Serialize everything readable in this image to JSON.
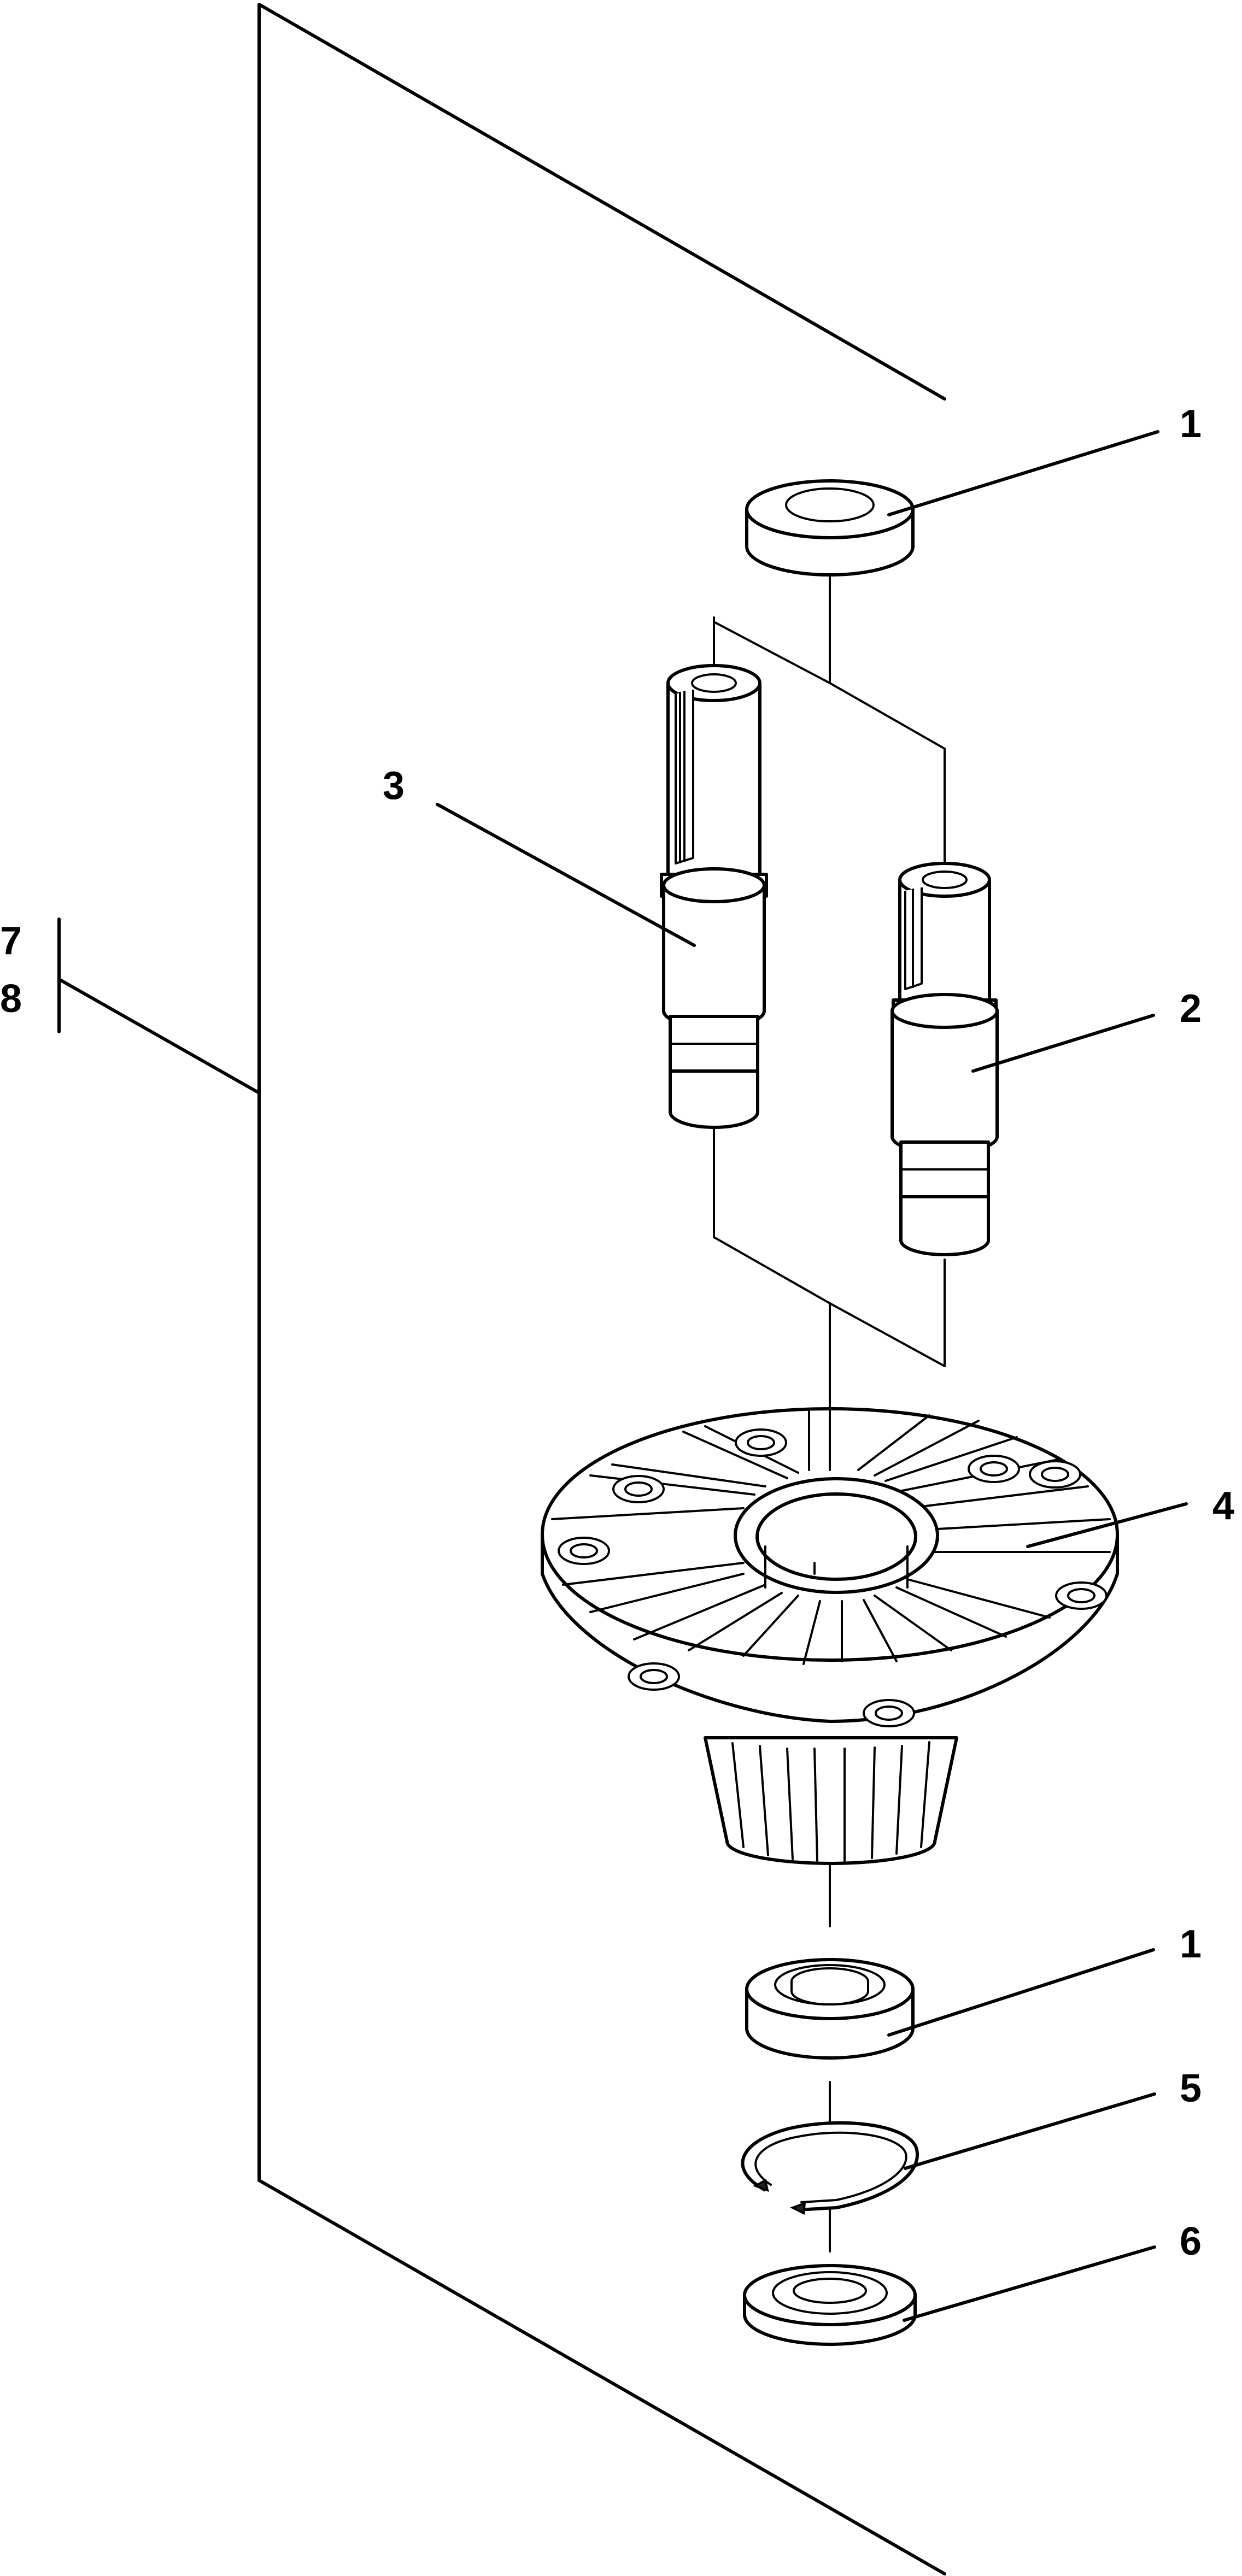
{
  "callouts": {
    "c1_top": "1",
    "c1_bottom": "1",
    "c2": "2",
    "c3": "3",
    "c4": "4",
    "c5": "5",
    "c6": "6",
    "c7": "7",
    "c8": "8"
  },
  "line_color": "#000000",
  "background": "#ffffff"
}
